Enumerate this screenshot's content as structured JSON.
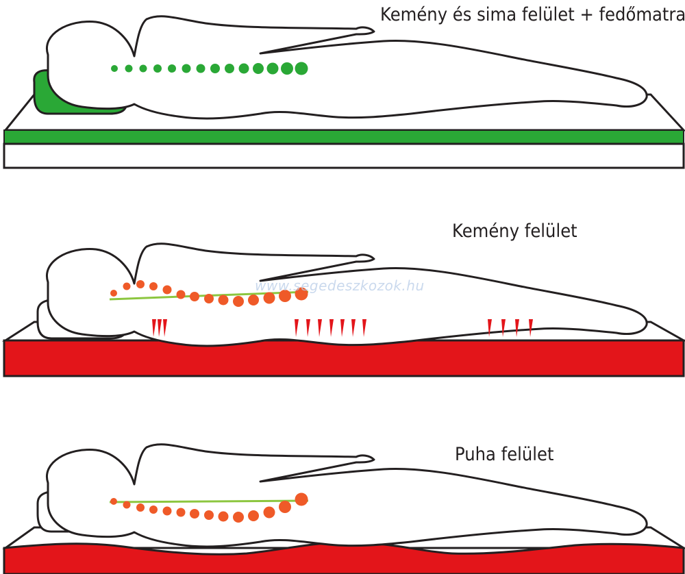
{
  "panels": [
    {
      "caption": "Kemény és sima felület + fedőmatrac",
      "color": "#2aa836",
      "spine": "green"
    },
    {
      "caption": "Kemény felület",
      "color": "#e3151a",
      "spine": "orange"
    },
    {
      "caption": "Puha felület",
      "color": "#e3151a",
      "spine": "orange"
    }
  ],
  "watermark": "www.segedeszkozok.hu",
  "colors": {
    "green": "#2aa836",
    "red": "#e3151a",
    "orange": "#ef5a28",
    "line": "#8cc63f",
    "outline": "#231f20"
  }
}
